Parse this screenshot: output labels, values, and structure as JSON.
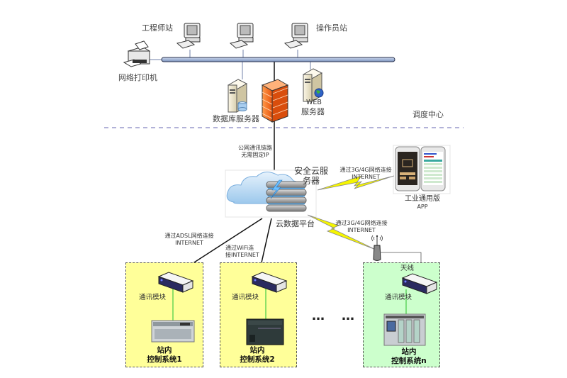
{
  "dispatch_center": {
    "label": "调度中心",
    "engineer_station": "工程师站",
    "operator_station": "操作员站",
    "network_printer": "网络打印机",
    "db_server": "数据库服务器",
    "web_server_line1": "WEB",
    "web_server_line2": "服务器"
  },
  "public_link": {
    "line1": "公网通讯链路",
    "line2": "无需固定IP"
  },
  "cloud": {
    "title_line1": "安全云服",
    "title_line2": "务器",
    "platform": "云数据平台"
  },
  "app": {
    "link_line1": "通过3G/4G网络连接",
    "link_line2": "INTERNET",
    "label_line1": "工业通用版",
    "label_line2": "APP"
  },
  "connections": {
    "adsl_line1": "通过ADSL网络连接",
    "adsl_line2": "INTERNET",
    "wifi_line1": "通过WiFi连",
    "wifi_line2": "接INTERNET",
    "g4_line1": "通过3G/4G网络连接",
    "g4_line2": "INTERNET"
  },
  "stations": [
    {
      "module": "通讯模块",
      "name_line1": "站内",
      "name_line2": "控制系统1",
      "bg": "#ffff99"
    },
    {
      "module": "通讯模块",
      "name_line1": "站内",
      "name_line2": "控制系统2",
      "bg": "#ffff99"
    },
    {
      "module": "通讯模块",
      "antenna": "天线",
      "name_line1": "站内",
      "name_line2": "控制系统n",
      "bg": "#ccffcc"
    }
  ],
  "ellipsis": [
    "…",
    "…"
  ],
  "colors": {
    "bus": "#8aa0c8",
    "dashed_separator": "#9999cc",
    "firewall": "#f26b1d",
    "lightning": "#f5f500",
    "green_link": "#44cc44"
  }
}
